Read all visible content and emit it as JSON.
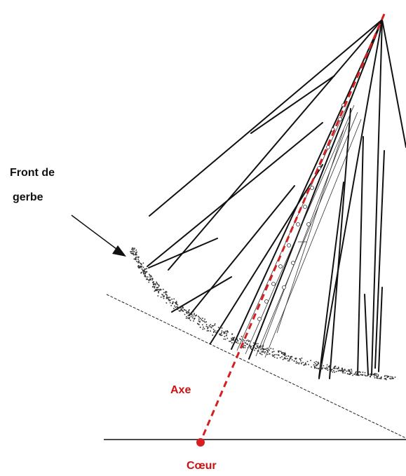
{
  "labels": {
    "front_line1": "Front de",
    "front_line2": "gerbe",
    "axe": "Axe",
    "coeur": "Cœur"
  },
  "colors": {
    "axis": "#d42020",
    "ink": "#111111",
    "background": "#ffffff"
  }
}
